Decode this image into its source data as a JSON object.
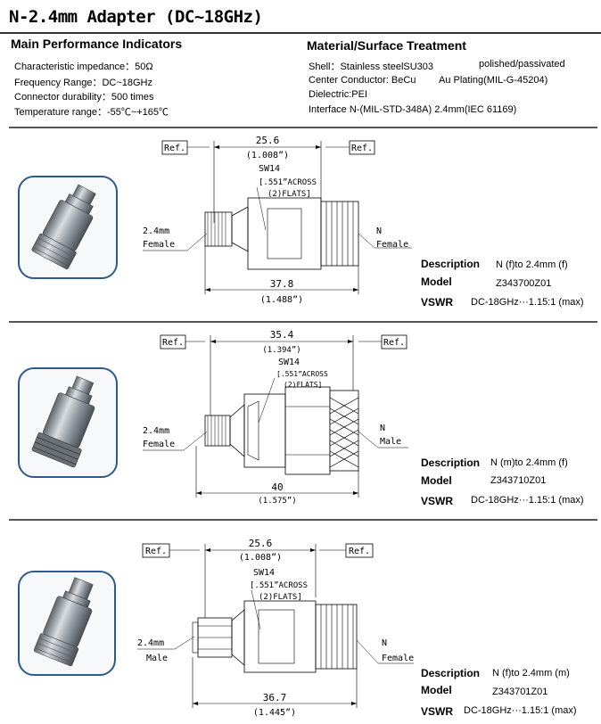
{
  "title": "N-2.4mm Adapter (DC~18GHz)",
  "performance": {
    "heading": "Main Performance Indicators",
    "items": [
      "Characteristic impedance：50Ω",
      "Frequency Range：DC~18GHz",
      "Connector durability：500 times",
      "Temperature range：-55℃~+165℃"
    ]
  },
  "material": {
    "heading": "Material/Surface Treatment",
    "shell": "Shell：Stainless steelSU303",
    "shell_finish": "polished/passivated",
    "center": "Center Conductor: BeCu",
    "center_finish": "Au Plating(MIL-G-45204)",
    "dielectric": "Dielectric:PEI",
    "interface": "Interface N-(MIL-STD-348A)   2.4mm(IEC 61169)"
  },
  "labels": {
    "description": "Description",
    "model": "Model",
    "vswr": "VSWR",
    "ref": "Ref.",
    "sw": "SW14",
    "across_1": "[.551”ACROSS",
    "across_2": "(2)FLATS]",
    "female": "Female",
    "male": "Male",
    "size_24": "2.4mm",
    "n": "N"
  },
  "products": [
    {
      "description": "N (f)to 2.4mm (f)",
      "model": "Z343700Z01",
      "vswr": "DC-18GHz···1.15:1 (max)",
      "top_dim": "25.6",
      "top_dim_in": "(1.008”)",
      "bottom_dim": "37.8",
      "bottom_dim_in": "(1.488”)",
      "left_gender": "Female",
      "right_gender": "Female"
    },
    {
      "description": "N (m)to 2.4mm (f)",
      "model": "Z343710Z01",
      "vswr": "DC-18GHz···1.15:1 (max)",
      "top_dim": "35.4",
      "top_dim_in": "(1.394”)",
      "bottom_dim": "40",
      "bottom_dim_in": "(1.575”)",
      "left_gender": "Female",
      "right_gender": "Male"
    },
    {
      "description": "N (f)to 2.4mm (m)",
      "model": "Z343701Z01",
      "vswr": "DC-18GHz···1.15:1 (max)",
      "top_dim": "25.6",
      "top_dim_in": "(1.008”)",
      "bottom_dim": "36.7",
      "bottom_dim_in": "(1.445”)",
      "left_gender": "Male",
      "right_gender": "Female"
    }
  ]
}
